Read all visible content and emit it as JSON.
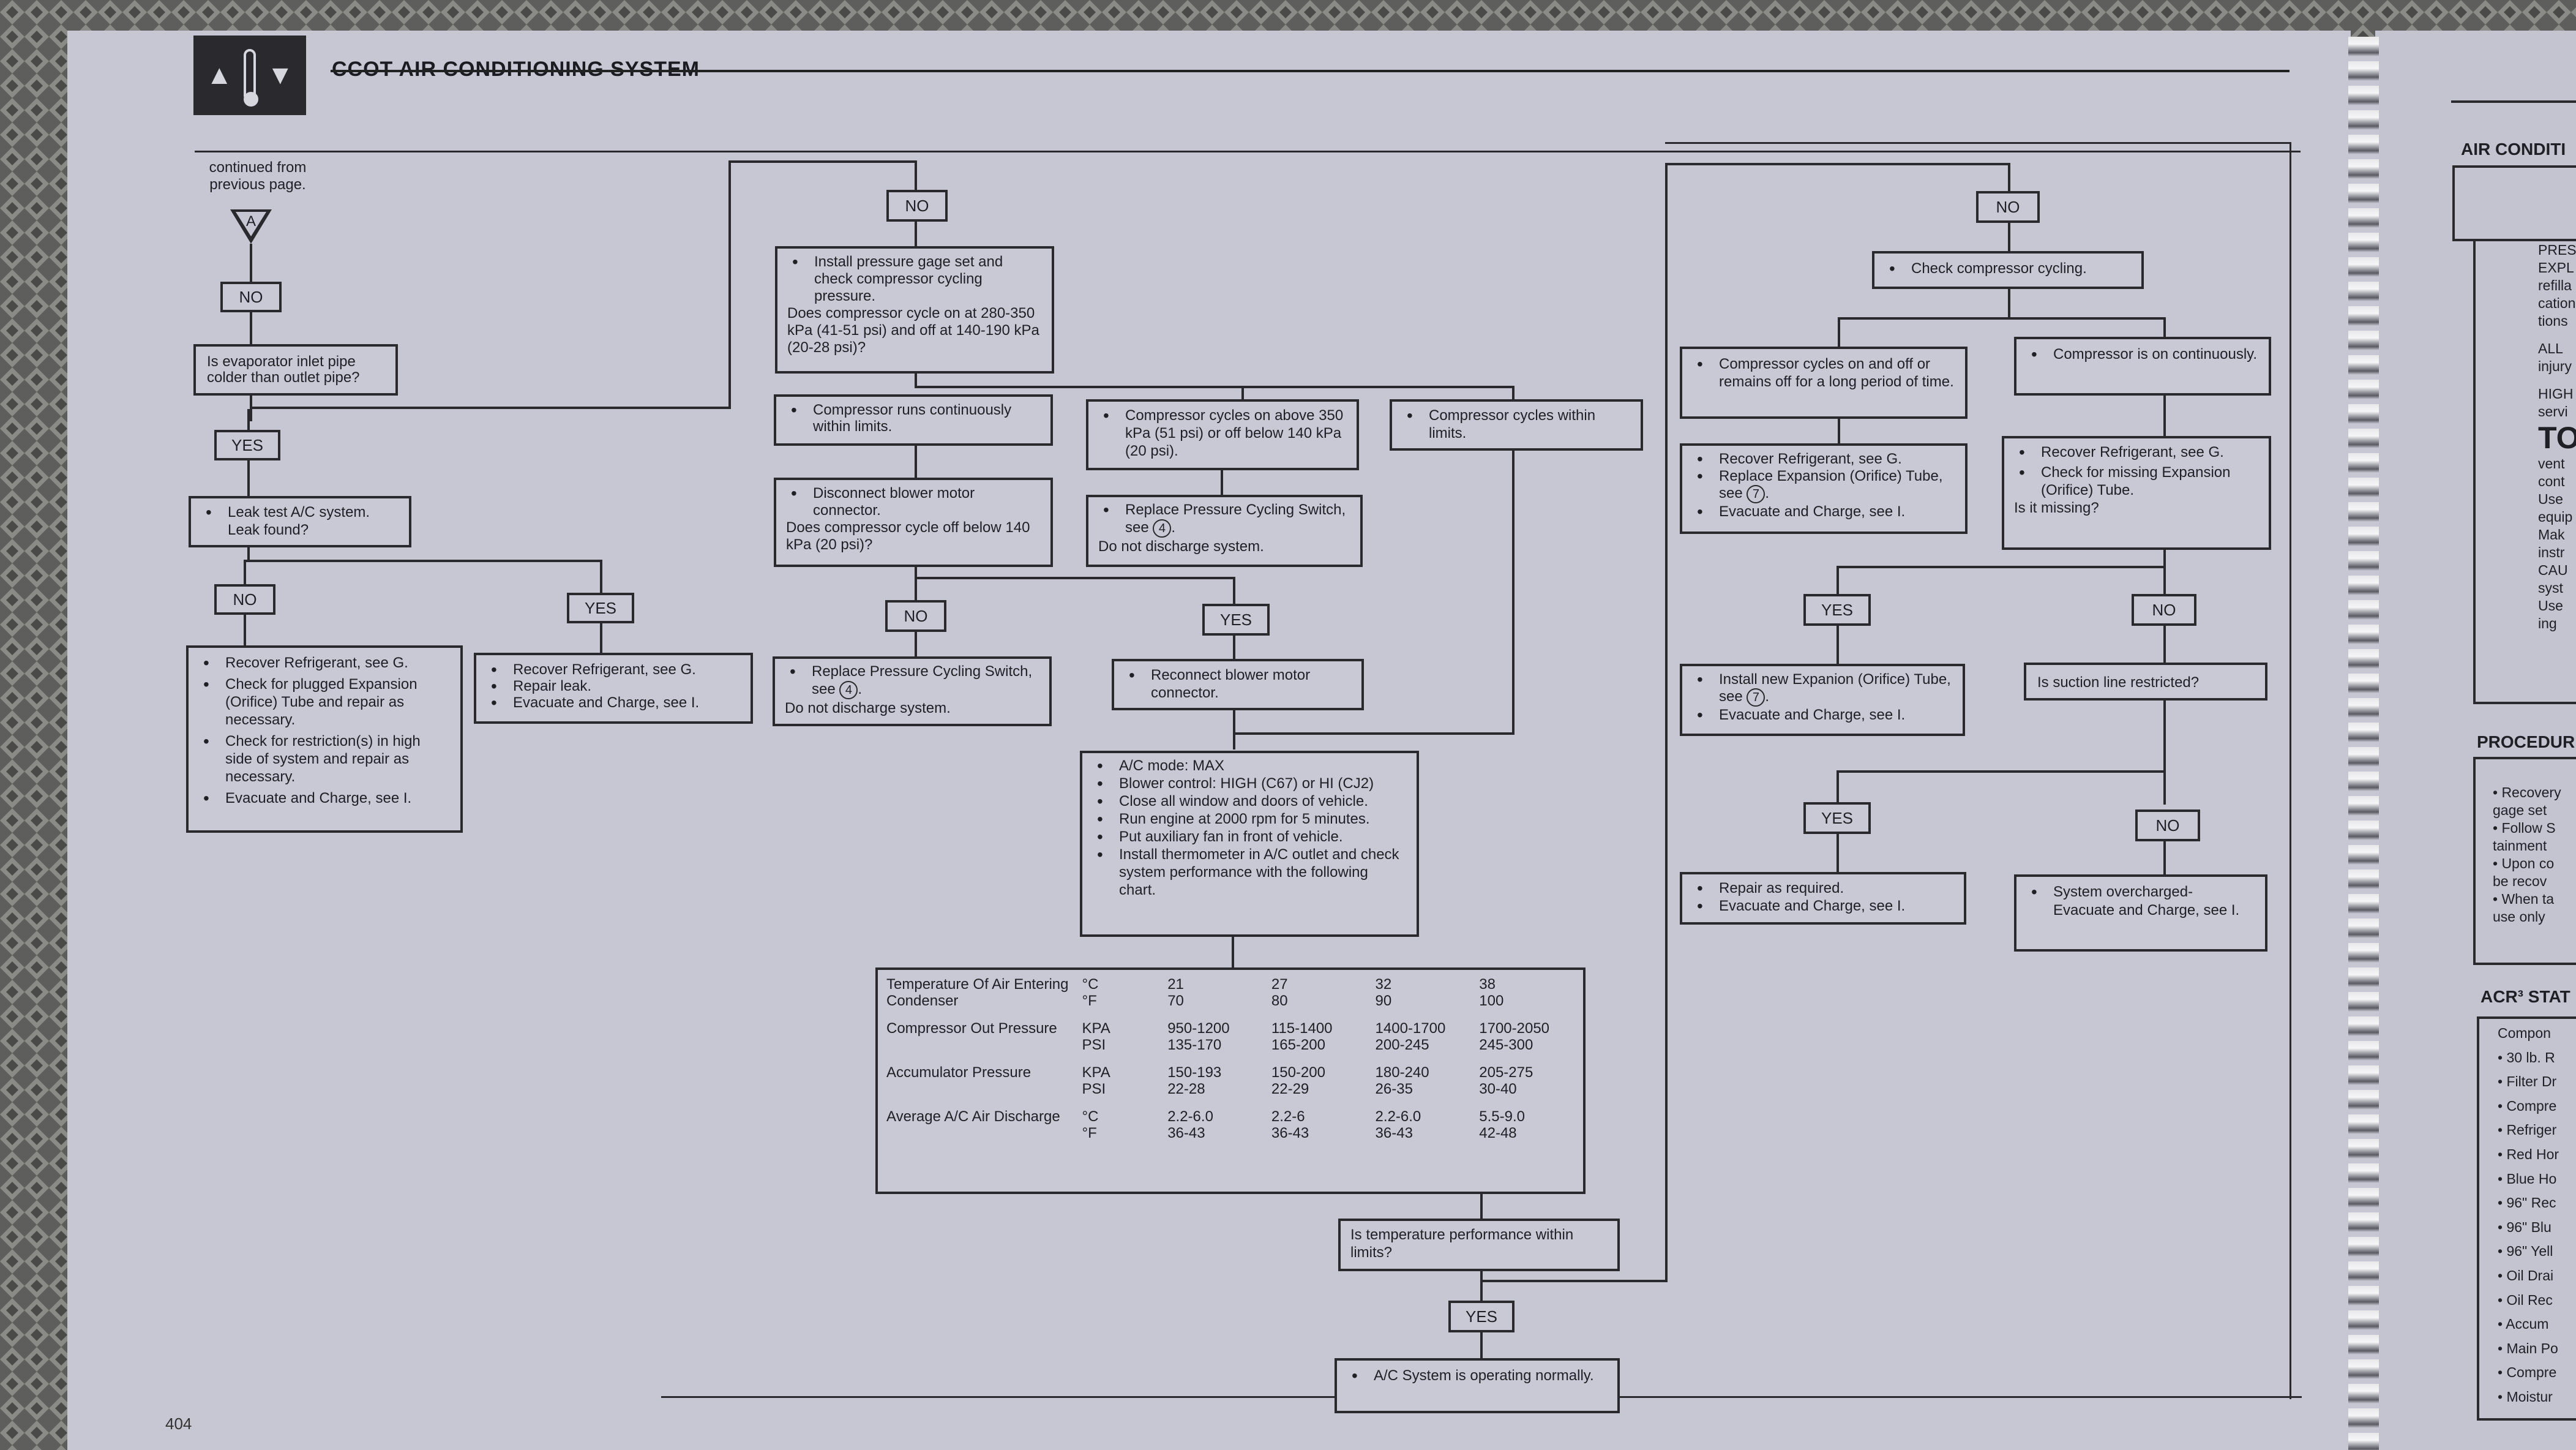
{
  "header": {
    "title": "CCOT AIR CONDITIONING SYSTEM",
    "icon": "thermometer-up-down-icon",
    "page_number": "404"
  },
  "start": {
    "continued": "continued from previous page.",
    "connector": "A"
  },
  "labels": {
    "no": "NO",
    "yes": "YES"
  },
  "left": {
    "q_evap": "Is evaporator inlet pipe colder than outlet pipe?",
    "q_leak": [
      "Leak test A/C system.",
      "Leak found?"
    ],
    "no_leak_items": [
      "Recover Refrigerant, see G.",
      "Check for plugged Expansion (Orifice) Tube and repair as necessary.",
      "Check for restriction(s) in high side of system and repair as necessary.",
      "Evacuate and Charge, see I."
    ],
    "leak_items": [
      "Recover Refrigerant, see G.",
      "Repair leak.",
      "Evacuate and Charge, see I."
    ]
  },
  "middle": {
    "gage_bullet": "Install pressure gage set and check compressor cycling pressure.",
    "gage_question": "Does compressor cycle on at 280-350 kPa (41-51 psi) and off at 140-190 kPa (20-28 psi)?",
    "runs_continuously": "Compressor runs continuously within limits.",
    "cycles_above": "Compressor cycles on above 350 kPa (51 psi) or off below 140 kPa (20 psi).",
    "cycles_within": "Compressor cycles within limits.",
    "disconnect_bullet": "Disconnect blower motor connector.",
    "disconnect_question": "Does compressor cycle off below 140 kPa (20 psi)?",
    "replace_switch_bullet": "Replace Pressure Cycling Switch, see",
    "replace_switch_ref": "4",
    "replace_switch_note": "Do not discharge system.",
    "reconnect": "Reconnect blower motor connector.",
    "test_setup": [
      "A/C mode: MAX",
      "Blower control: HIGH (C67) or HI (CJ2)",
      "Close all window and doors of vehicle.",
      "Run engine at 2000 rpm for 5 minutes.",
      "Put auxiliary fan in front of vehicle.",
      "Install thermometer in A/C outlet and check system performance with the following chart."
    ],
    "q_temp_perf": "Is temperature performance within limits?",
    "ok_result": "A/C System is operating normally."
  },
  "perf_table": {
    "rows": [
      {
        "label": "Temperature Of Air Entering Condenser",
        "units": [
          "°C",
          "°F"
        ],
        "values": [
          [
            "21",
            "70"
          ],
          [
            "27",
            "80"
          ],
          [
            "32",
            "90"
          ],
          [
            "38",
            "100"
          ]
        ]
      },
      {
        "label": "Compressor Out Pressure",
        "units": [
          "KPA",
          "PSI"
        ],
        "values": [
          [
            "950-1200",
            "135-170"
          ],
          [
            "115-1400",
            "165-200"
          ],
          [
            "1400-1700",
            "200-245"
          ],
          [
            "1700-2050",
            "245-300"
          ]
        ]
      },
      {
        "label": "Accumulator Pressure",
        "units": [
          "KPA",
          "PSI"
        ],
        "values": [
          [
            "150-193",
            "22-28"
          ],
          [
            "150-200",
            "22-29"
          ],
          [
            "180-240",
            "26-35"
          ],
          [
            "205-275",
            "30-40"
          ]
        ]
      },
      {
        "label": "Average A/C Air Discharge",
        "units": [
          "°C",
          "°F"
        ],
        "values": [
          [
            "2.2-6.0",
            "36-43"
          ],
          [
            "2.2-6",
            "36-43"
          ],
          [
            "2.2-6.0",
            "36-43"
          ],
          [
            "5.5-9.0",
            "42-48"
          ]
        ]
      }
    ]
  },
  "right": {
    "check_cycling": "Check compressor cycling.",
    "cycles_long": "Compressor cycles on and off or remains off for a long period of time.",
    "on_continuously": "Compressor is on continuously.",
    "recover_items": [
      "Recover Refrigerant, see G.",
      "Replace Expansion (Orifice) Tube, see",
      "Evacuate and Charge, see I."
    ],
    "tube_ref": "7",
    "missing_items": [
      "Recover Refrigerant, see G.",
      "Check for missing Expansion (Orifice) Tube."
    ],
    "missing_question": "Is it missing?",
    "install_items": [
      "Install new Expanion (Orifice) Tube, see",
      "Evacuate and Charge, see I."
    ],
    "q_suction": "Is suction line restricted?",
    "repair_items": [
      "Repair as required.",
      "Evacuate and Charge, see I."
    ],
    "overcharged": "System overcharged- Evacuate and Charge, see I."
  },
  "right_page": {
    "title": "AIR CONDITI",
    "top_box_lines": [
      "PRES",
      "EXPL",
      "refilla",
      "cation",
      "tions",
      "ALL",
      "injury",
      "HIGH",
      "servi",
      "TO",
      "vent",
      "cont",
      "Use",
      "equip",
      "Mak",
      "instr",
      "CAU",
      "syst",
      "Use",
      "ing"
    ],
    "procedure_title": "PROCEDUR",
    "procedure_lines": [
      "• Recovery",
      "gage set",
      "• Follow S",
      "tainment",
      "• Upon co",
      "be recov",
      "• When ta",
      "use only"
    ],
    "acr_title": "ACR³ STAT",
    "acr_lines": [
      "Compon",
      "• 30 lb. R",
      "• Filter Dr",
      "• Compre",
      "• Refriger",
      "• Red Hor",
      "• Blue Ho",
      "• 96\" Rec",
      "• 96\" Blu",
      "• 96\" Yell",
      "• Oil Drai",
      "• Oil Rec",
      "• Accum",
      "• Main Po",
      "• Compre",
      "• Moistur"
    ]
  },
  "colors": {
    "paper": "#c6c7d3",
    "ink": "#2a2a2e",
    "background": "#6c6c6a"
  }
}
